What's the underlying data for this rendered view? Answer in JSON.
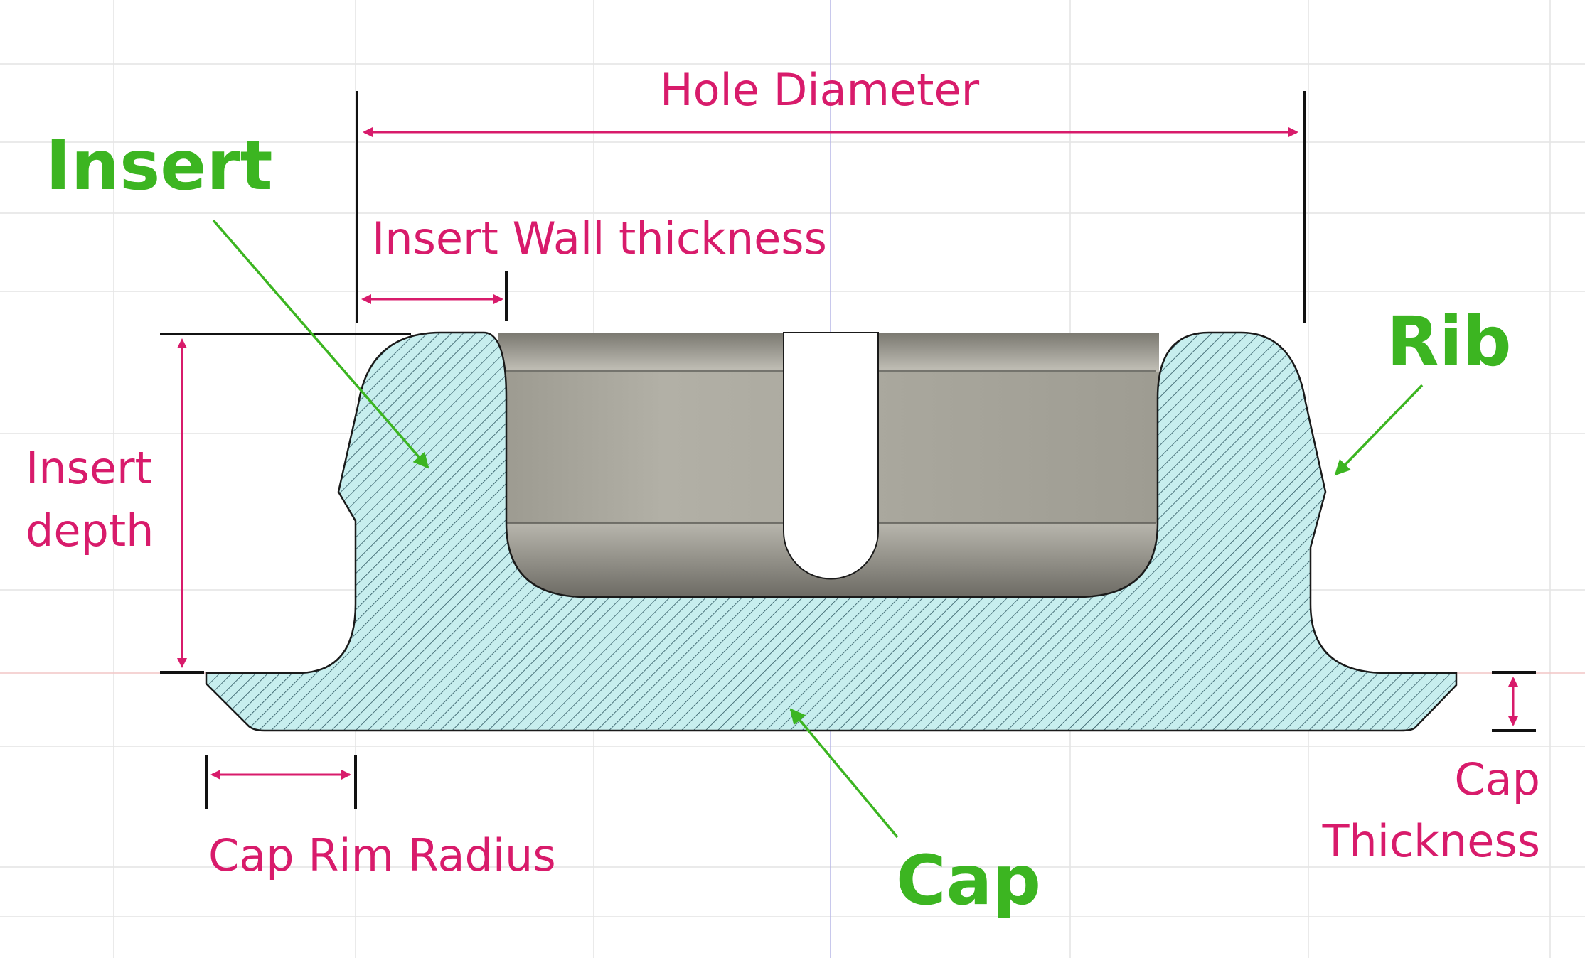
{
  "labels": {
    "hole_diameter": "Hole Diameter",
    "insert_wall_thickness": "Insert Wall thickness",
    "insert_depth_line1": "Insert",
    "insert_depth_line2": "depth",
    "cap_rim_radius": "Cap Rim Radius",
    "cap_thickness_line1": "Cap",
    "cap_thickness_line2": "Thickness",
    "insert": "Insert",
    "rib": "Rib",
    "cap": "Cap"
  },
  "colors": {
    "dimension": "#d81b6b",
    "callout": "#3cb521",
    "section_fill": "#c7eeee",
    "hatch": "#2c5560",
    "cavity": "#a8a69c",
    "grid": "#e4e4e4"
  }
}
